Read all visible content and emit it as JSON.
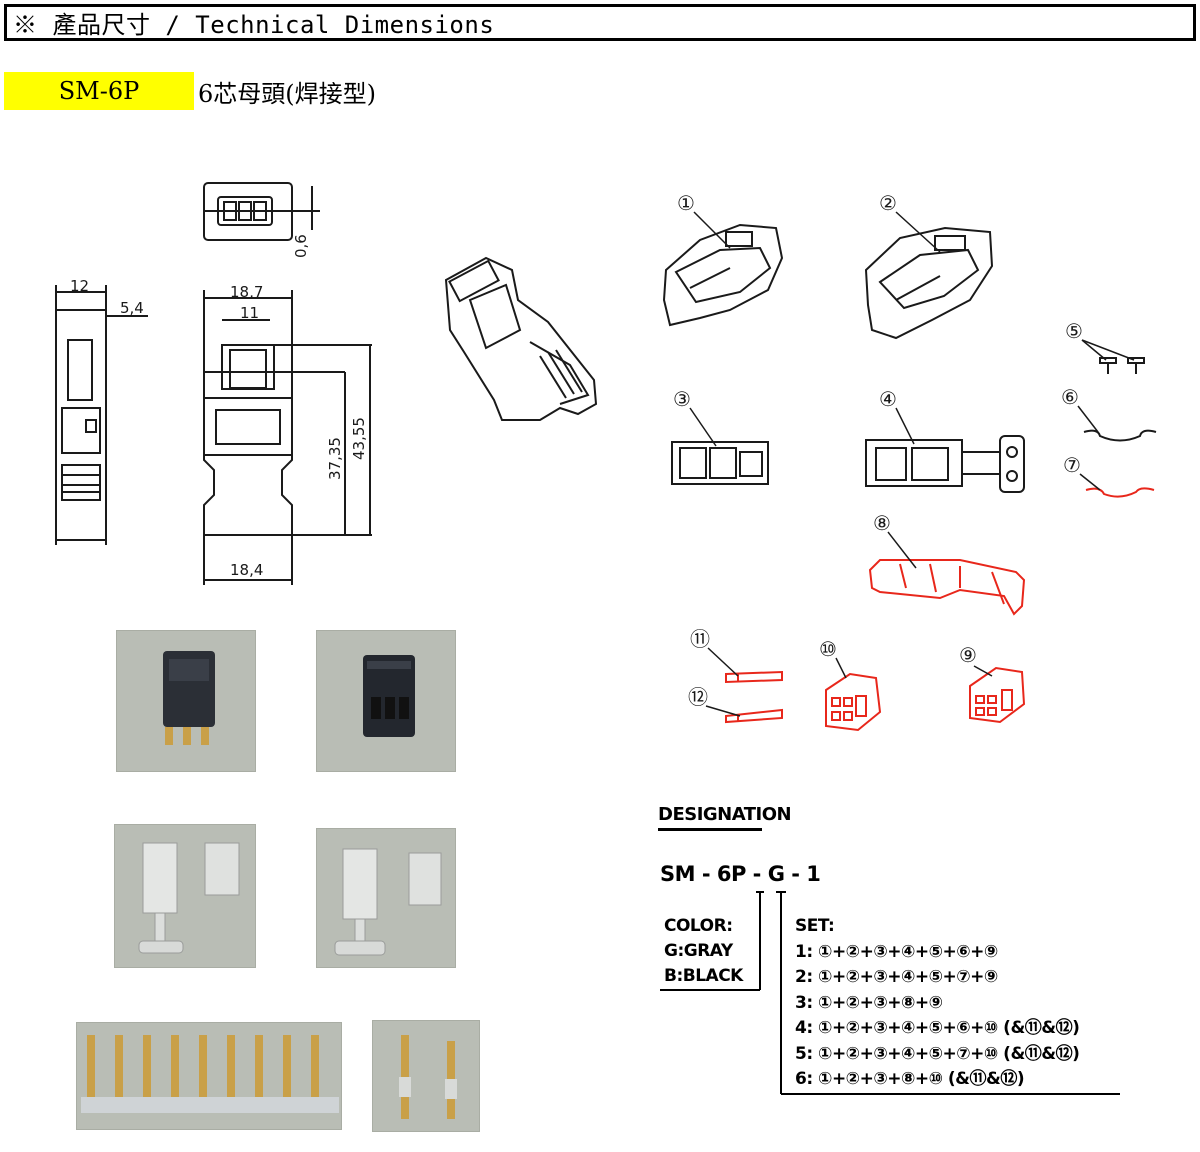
{
  "header": {
    "title": "※ 產品尺寸 / Technical Dimensions"
  },
  "product": {
    "model": "SM-6P",
    "description": "6芯母頭(焊接型)"
  },
  "dimensions": {
    "top_view": "0,6",
    "side_width": "12",
    "side_offset": "5,4",
    "front_width_top": "18,7",
    "front_inner_width": "11",
    "front_width_bottom": "18,4",
    "height_inner": "37,35",
    "height_total": "43,55"
  },
  "parts": {
    "labels": [
      "①",
      "②",
      "③",
      "④",
      "⑤",
      "⑥",
      "⑦",
      "⑧",
      "⑨",
      "⑩",
      "⑪",
      "⑫"
    ],
    "highlight_color": "#e8271b",
    "line_color": "#1a1a1a"
  },
  "designation": {
    "title": "DESIGNATION",
    "code": "SM - 6P - G - 1",
    "color_heading": "COLOR:",
    "color_options": [
      "G:GRAY",
      "B:BLACK"
    ],
    "set_heading": "SET:",
    "sets": [
      "1: ①+②+③+④+⑤+⑥+⑨",
      "2: ①+②+③+④+⑤+⑦+⑨",
      "3: ①+②+③+⑧+⑨",
      "4: ①+②+③+④+⑤+⑥+⑩ (&⑪&⑫)",
      "5: ①+②+③+④+⑤+⑦+⑩ (&⑪&⑫)",
      "6: ①+②+③+⑧+⑩ (&⑪&⑫)"
    ]
  }
}
